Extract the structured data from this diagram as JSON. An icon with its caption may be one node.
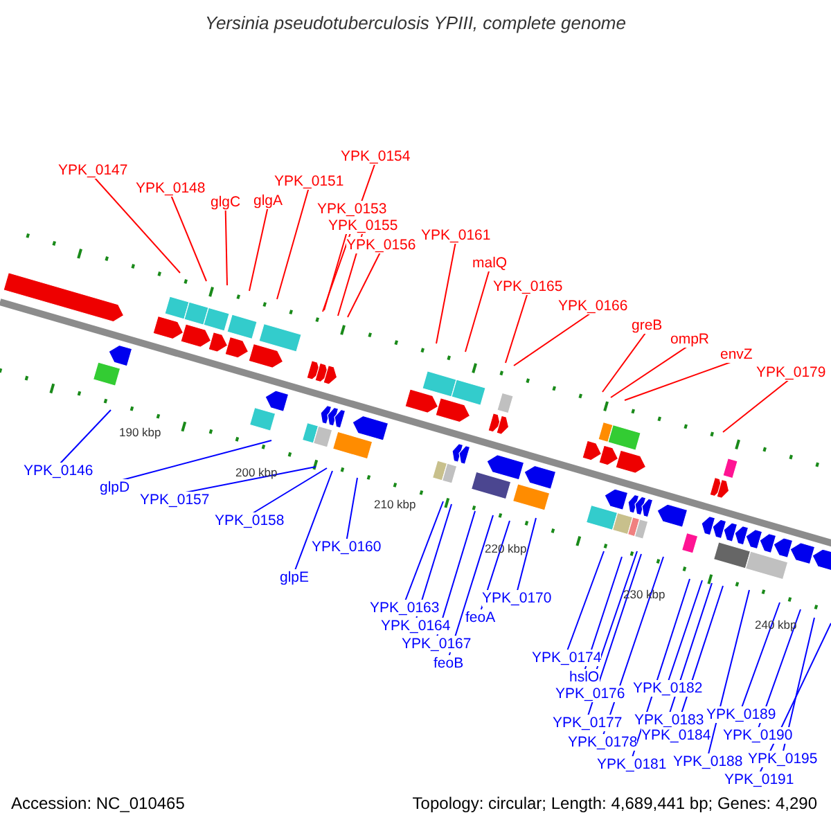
{
  "diagram": {
    "title": "Yersinia pseudotuberculosis YPIII, complete genome",
    "nodes": [
      {
        "text": [
          "YPK_0147"
        ]
      },
      {
        "text": [
          "YPK_0148"
        ]
      },
      {
        "text": [
          "glgC"
        ]
      },
      {
        "text": [
          "glgA"
        ]
      },
      {
        "text": [
          "YPK_0151"
        ]
      },
      {
        "text": [
          "YPK_0154"
        ]
      },
      {
        "text": [
          "YPK_0153"
        ]
      },
      {
        "text": [
          "YPK_0155"
        ]
      },
      {
        "text": [
          "YPK_0156"
        ]
      },
      {
        "text": [
          "YPK_0161"
        ]
      },
      {
        "text": [
          "malQ"
        ]
      },
      {
        "text": [
          "YPK_0165"
        ]
      },
      {
        "text": [
          "YPK_0166"
        ]
      },
      {
        "text": [
          "greB"
        ]
      },
      {
        "text": [
          "ompR"
        ]
      },
      {
        "text": [
          "envZ"
        ]
      },
      {
        "text": [
          "YPK_0179"
        ]
      },
      {
        "text": [
          "YPK_0146"
        ]
      },
      {
        "text": [
          "glpD"
        ]
      },
      {
        "text": [
          "YPK_0157"
        ]
      },
      {
        "text": [
          "YPK_0158"
        ]
      },
      {
        "text": [
          "glpE"
        ]
      },
      {
        "text": [
          "YPK_0160"
        ]
      },
      {
        "text": [
          "YPK_0163"
        ]
      },
      {
        "text": [
          "YPK_0164"
        ]
      },
      {
        "text": [
          "YPK_0167"
        ]
      },
      {
        "text": [
          "feoB"
        ]
      },
      {
        "text": [
          "feoA"
        ]
      },
      {
        "text": [
          "YPK_0170"
        ]
      },
      {
        "text": [
          "YPK_0174"
        ]
      },
      {
        "text": [
          "hslO"
        ]
      },
      {
        "text": [
          "YPK_0176"
        ]
      },
      {
        "text": [
          "YPK_0177"
        ]
      },
      {
        "text": [
          "YPK_0178"
        ]
      },
      {
        "text": [
          "YPK_0181"
        ]
      },
      {
        "text": [
          "YPK_0182"
        ]
      },
      {
        "text": [
          "YPK_0183"
        ]
      },
      {
        "text": [
          "YPK_0184"
        ]
      },
      {
        "text": [
          "YPK_0188"
        ]
      },
      {
        "text": [
          "YPK_0189"
        ]
      },
      {
        "text": [
          "YPK_0190"
        ]
      },
      {
        "text": [
          "YPK_0195"
        ]
      },
      {
        "text": [
          "YPK_0191"
        ]
      }
    ],
    "edges": [
      {
        "from": 0,
        "to": null,
        "arrow": "none",
        "color": "#ff0000"
      },
      {
        "from": 1,
        "to": null,
        "arrow": "none",
        "color": "#ff0000"
      },
      {
        "from": 2,
        "to": null,
        "arrow": "none",
        "color": "#ff0000"
      },
      {
        "from": 3,
        "to": null,
        "arrow": "none",
        "color": "#ff0000"
      },
      {
        "from": 4,
        "to": null,
        "arrow": "none",
        "color": "#ff0000"
      },
      {
        "from": 5,
        "to": null,
        "arrow": "none",
        "color": "#ff0000"
      },
      {
        "from": 6,
        "to": null,
        "arrow": "none",
        "color": "#ff0000"
      },
      {
        "from": 7,
        "to": null,
        "arrow": "none",
        "color": "#ff0000"
      },
      {
        "from": 8,
        "to": null,
        "arrow": "none",
        "color": "#ff0000"
      },
      {
        "from": 9,
        "to": null,
        "arrow": "none",
        "color": "#ff0000"
      },
      {
        "from": 10,
        "to": null,
        "arrow": "none",
        "color": "#ff0000"
      },
      {
        "from": 11,
        "to": null,
        "arrow": "none",
        "color": "#ff0000"
      },
      {
        "from": 12,
        "to": null,
        "arrow": "none",
        "color": "#ff0000"
      },
      {
        "from": 13,
        "to": null,
        "arrow": "none",
        "color": "#ff0000"
      },
      {
        "from": 14,
        "to": null,
        "arrow": "none",
        "color": "#ff0000"
      },
      {
        "from": 15,
        "to": null,
        "arrow": "none",
        "color": "#ff0000"
      },
      {
        "from": 16,
        "to": null,
        "arrow": "none",
        "color": "#ff0000"
      },
      {
        "from": 17,
        "to": null,
        "arrow": "none"
      },
      {
        "from": 18,
        "to": null,
        "arrow": "none"
      },
      {
        "from": 19,
        "to": null,
        "arrow": "none"
      },
      {
        "from": 20,
        "to": null,
        "arrow": "none"
      },
      {
        "from": 21,
        "to": null,
        "arrow": "none"
      },
      {
        "from": 22,
        "to": null,
        "arrow": "none"
      },
      {
        "from": 23,
        "to": null,
        "arrow": "none"
      },
      {
        "from": 24,
        "to": null,
        "arrow": "none"
      },
      {
        "from": 25,
        "to": null,
        "arrow": "none"
      },
      {
        "from": 26,
        "to": null,
        "arrow": "none"
      },
      {
        "from": 27,
        "to": null,
        "arrow": "none"
      },
      {
        "from": 28,
        "to": null,
        "arrow": "none"
      },
      {
        "from": 29,
        "to": null,
        "arrow": "none"
      },
      {
        "from": 30,
        "to": null,
        "arrow": "none"
      },
      {
        "from": 31,
        "to": null,
        "arrow": "none"
      },
      {
        "from": 32,
        "to": null,
        "arrow": "none"
      },
      {
        "from": 33,
        "to": null,
        "arrow": "none"
      },
      {
        "from": 34,
        "to": null,
        "arrow": "none"
      },
      {
        "from": 35,
        "to": null,
        "arrow": "none"
      },
      {
        "from": 36,
        "to": null,
        "arrow": "none"
      },
      {
        "from": 37,
        "to": null,
        "arrow": "none"
      },
      {
        "from": 38,
        "to": null,
        "arrow": "none"
      },
      {
        "from": 39,
        "to": null,
        "arrow": "none"
      },
      {
        "from": 40,
        "to": null,
        "arrow": "none"
      },
      {
        "from": 41,
        "to": null,
        "arrow": "none"
      },
      {
        "from": 42,
        "to": null,
        "arrow": "none"
      }
    ],
    "labels": [
      "190 kbp",
      "200 kbp",
      "210 kbp",
      "220 kbp",
      "230 kbp",
      "240 kbp",
      "Accession: NC_010465",
      "Topology: circular; Length: 4,689,441 bp; Genes: 4,290"
    ]
  }
}
